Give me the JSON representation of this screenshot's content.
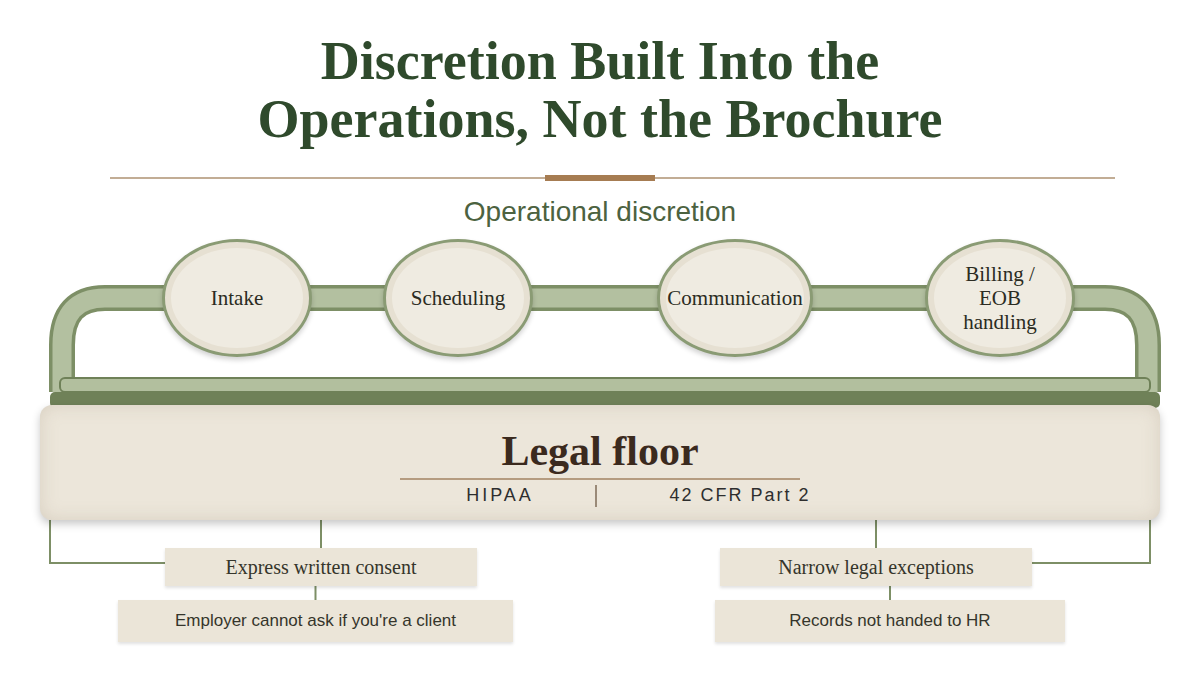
{
  "diagram": {
    "title": "Discretion Built Into the Operations, Not the Brochure",
    "nodes": [
      {
        "text": [
          "Intake"
        ]
      },
      {
        "text": [
          "Scheduling"
        ]
      },
      {
        "text": [
          "Communication"
        ]
      },
      {
        "text": [
          "Billing / EOB handling"
        ]
      },
      {
        "text": [
          "Legal floor",
          "HIPAA",
          "42 CFR Part 2"
        ]
      },
      {
        "text": [
          "Express written consent"
        ]
      },
      {
        "text": [
          "Employer cannot ask if you're a client"
        ]
      },
      {
        "text": [
          "Narrow legal exceptions"
        ]
      },
      {
        "text": [
          "Records not handed to HR"
        ]
      }
    ],
    "edges": [
      {
        "from": 0,
        "to": 1,
        "arrow": "none"
      },
      {
        "from": 1,
        "to": 2,
        "arrow": "none"
      },
      {
        "from": 2,
        "to": 3,
        "arrow": "none"
      },
      {
        "from": 4,
        "to": 5,
        "arrow": "none"
      },
      {
        "from": 5,
        "to": 6,
        "arrow": "none"
      },
      {
        "from": 4,
        "to": 7,
        "arrow": "none"
      },
      {
        "from": 7,
        "to": 8,
        "arrow": "none"
      }
    ],
    "labels": [
      "Operational discretion"
    ]
  }
}
